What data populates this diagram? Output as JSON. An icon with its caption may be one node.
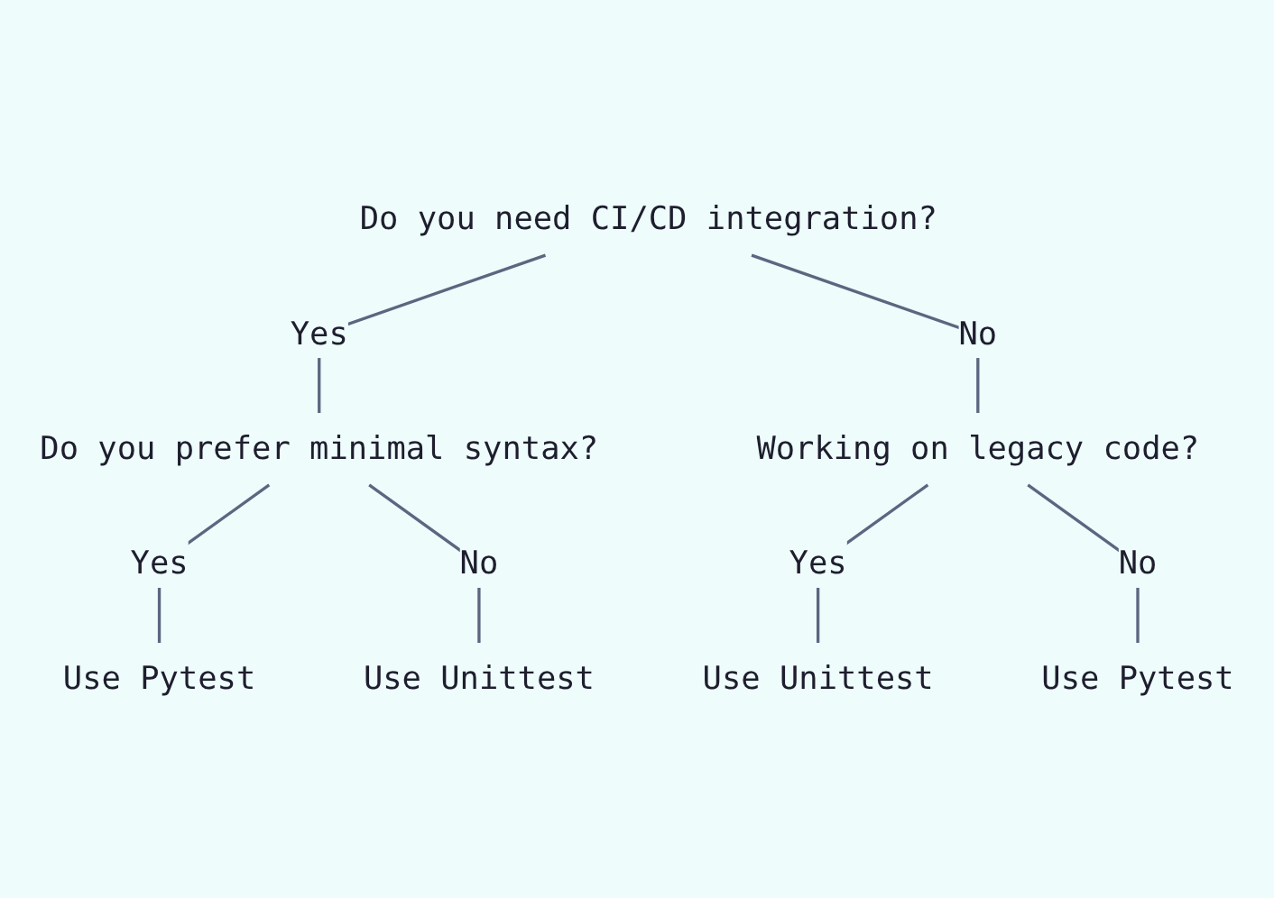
{
  "diagram": {
    "nodes": [
      {
        "text": [
          "Do you need CI/CD integration?"
        ]
      },
      {
        "text": [
          "Do you prefer minimal syntax?"
        ]
      },
      {
        "text": [
          "Working on legacy code?"
        ]
      },
      {
        "text": [
          "Use Pytest"
        ]
      },
      {
        "text": [
          "Use Unittest"
        ]
      },
      {
        "text": [
          "Use Unittest"
        ]
      },
      {
        "text": [
          "Use Pytest"
        ]
      }
    ],
    "edges": [
      {
        "from": 0,
        "to": 1,
        "arrow": "none",
        "label": "Yes"
      },
      {
        "from": 0,
        "to": 2,
        "arrow": "none",
        "label": "No"
      },
      {
        "from": 1,
        "to": 3,
        "arrow": "none",
        "label": "Yes"
      },
      {
        "from": 1,
        "to": 4,
        "arrow": "none",
        "label": "No"
      },
      {
        "from": 2,
        "to": 5,
        "arrow": "none",
        "label": "Yes"
      },
      {
        "from": 2,
        "to": 6,
        "arrow": "none",
        "label": "No"
      }
    ]
  }
}
